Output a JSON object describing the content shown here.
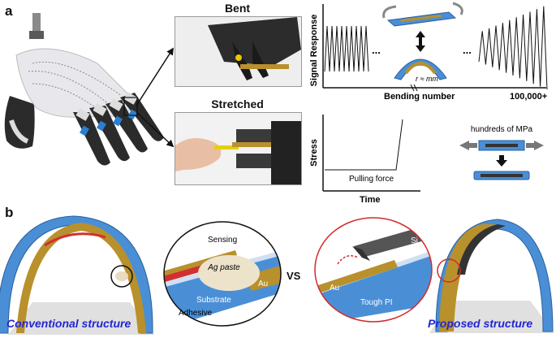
{
  "panels": {
    "a": "a",
    "b": "b"
  },
  "photos": {
    "bent_label": "Bent",
    "stretched_label": "Stretched"
  },
  "signal_plot": {
    "ylabel": "Signal Response",
    "xlabel": "Bending number",
    "x_end_label": "100,000+",
    "ellipsis": "...",
    "radius_label": "r ≈ mm"
  },
  "stress_plot": {
    "ylabel": "Stress",
    "xlabel": "Time",
    "annotation": "Pulling force",
    "strength_label": "hundreds of MPa"
  },
  "panel_b": {
    "conventional": {
      "caption": "Conventional structure",
      "sensing": "Sensing",
      "paste": "Ag paste",
      "substrate": "Substrate",
      "au": "Au",
      "adhesive": "Adhesive"
    },
    "vs": "VS",
    "proposed": {
      "caption": "Proposed structure",
      "si": "Si",
      "au": "Au",
      "tough_pi": "Tough PI"
    }
  },
  "colors": {
    "caption_blue": "#2424d6",
    "substrate_blue": "#4a8fd6",
    "gold": "#b8902c",
    "red_line": "#d23030",
    "ring_red": "#d42a2a"
  }
}
